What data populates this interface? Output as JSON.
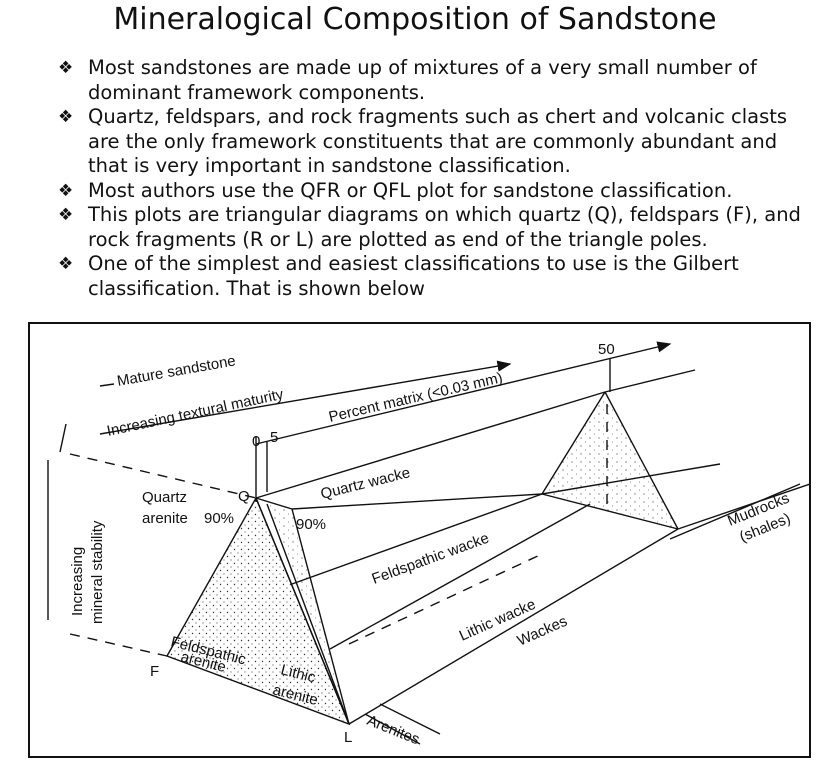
{
  "title": "Mineralogical Composition of Sandstone",
  "bullets": [
    "Most sandstones are made up of mixtures of a very small number of dominant framework components.",
    "Quartz, feldspars, and rock fragments such as chert and volcanic clasts are the only framework constituents that are commonly abundant and that is very important in sandstone classification.",
    "Most authors use the QFR or QFL plot for sandstone classification.",
    "This plots are triangular diagrams on which quartz (Q), feldspars (F), and rock fragments (R or L) are plotted as end of the triangle poles.",
    "One of the simplest and easiest classifications to use is the Gilbert classification. That is shown below"
  ],
  "bullet_symbol": "❖",
  "diagram": {
    "mature_sandstone": "Mature sandstone",
    "increasing_textural_maturity": "Increasing textural maturity",
    "percent_matrix": "Percent matrix (<0.03 mm)",
    "tick_0": "0",
    "tick_5": "5",
    "tick_50": "50",
    "quartz": "Quartz",
    "arenite": "arenite",
    "q_pct": "90%",
    "q": "Q",
    "pct_90": "90%",
    "quartz_wacke": "Quartz wacke",
    "feldspathic_wacke": "Feldspathic wacke",
    "lithic_wacke": "Lithic wacke",
    "wackes": "Wackes",
    "mudrocks": "Mudrocks",
    "shales": "(shales)",
    "feldspathic": "Feldspathic",
    "f_arenite": "arenite",
    "lithic": "Lithic",
    "l_arenite": "arenite",
    "arenites": "Arenites",
    "f": "F",
    "l": "L",
    "increasing": "Increasing",
    "mineral_stability": "mineral stability"
  }
}
